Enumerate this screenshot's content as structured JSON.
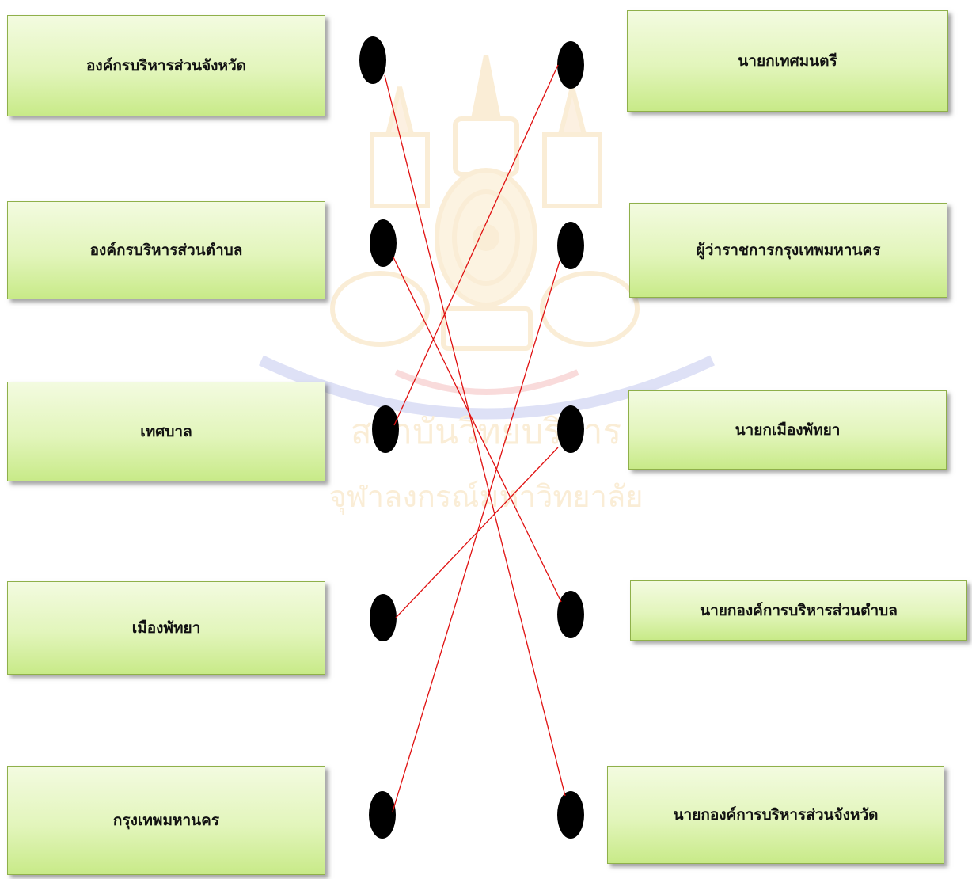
{
  "left_items": [
    {
      "id": "L1",
      "label": "องค์กรบริหารส่วนจังหวัด"
    },
    {
      "id": "L2",
      "label": "องค์กรบริหารส่วนตำบล"
    },
    {
      "id": "L3",
      "label": "เทศบาล"
    },
    {
      "id": "L4",
      "label": "เมืองพัทยา"
    },
    {
      "id": "L5",
      "label": "กรุงเทพมหานคร"
    }
  ],
  "right_items": [
    {
      "id": "R1",
      "label": "นายกเทศมนตรี"
    },
    {
      "id": "R2",
      "label": "ผู้ว่าราชการกรุงเทพมหานคร"
    },
    {
      "id": "R3",
      "label": "นายกเมืองพัทยา"
    },
    {
      "id": "R4",
      "label": "นายกองค์การบริหารส่วนตำบล"
    },
    {
      "id": "R5",
      "label": "นายกองค์การบริหารส่วนจังหวัด"
    }
  ],
  "connections": [
    {
      "from": "L1",
      "to": "R5"
    },
    {
      "from": "L2",
      "to": "R4"
    },
    {
      "from": "L3",
      "to": "R1"
    },
    {
      "from": "L4",
      "to": "R3"
    },
    {
      "from": "L5",
      "to": "R2"
    }
  ],
  "colors": {
    "line": "#e01010",
    "dot": "#000000",
    "box_border": "#8fb04a",
    "box_fill_top": "#f3fbe0",
    "box_fill_bottom": "#c8ea88",
    "watermark": "#e8a020"
  },
  "watermark": {
    "arc_text": "สถาบันวิทยบริการ",
    "line1": "จุฬาลงกรณ์มหาวิทยาลัย"
  }
}
